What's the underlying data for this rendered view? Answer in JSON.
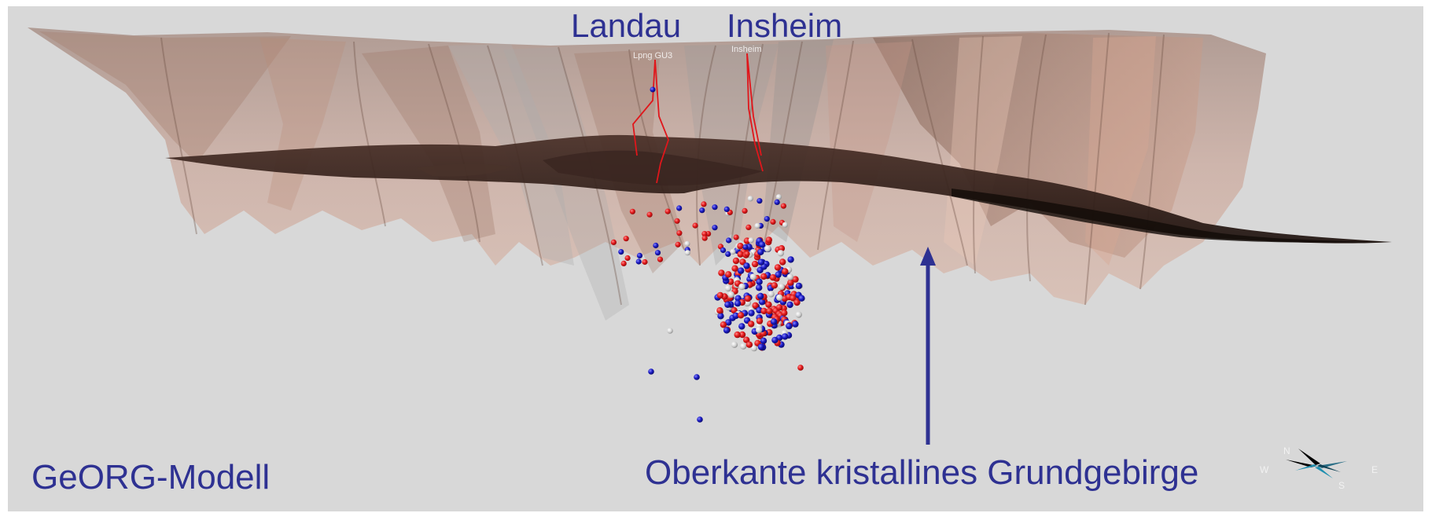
{
  "labels": {
    "landau": "Landau",
    "insheim": "Insheim",
    "model": "GeORG-Modell",
    "annotation": "Oberkante kristallines Grundgebirge"
  },
  "well_tags": [
    "Lpng GU3",
    "Insheim"
  ],
  "compass": {
    "north": "N",
    "south": "S",
    "west": "W",
    "east": "E"
  },
  "colors": {
    "background": "#d8d8d8",
    "label_text": "#2e3192",
    "fault_surface": "#b58a77",
    "basement_top": "#2b1a14",
    "well_path": "#e0161b",
    "event_red": "#e31a1c",
    "event_blue": "#1a1ac4",
    "event_white": "#e6e6e6",
    "compass_fill": "#1f8fb0"
  }
}
